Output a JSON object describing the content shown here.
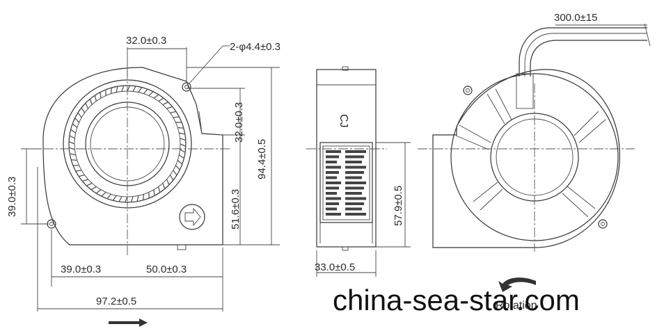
{
  "dimensions": {
    "top_hole_offset": "32.0±0.3",
    "holes": "2-φ4.4±0.3",
    "outlet_height": "32.0±0.3",
    "height": "94.4±0.5",
    "hole_to_center_v": "39.0±0.3",
    "center_to_bottom": "51.6±0.3",
    "hole_to_center_h": "39.0±0.3",
    "center_to_outlet": "50.0±0.3",
    "width": "97.2±0.5",
    "side_height": "57.9±0.5",
    "thickness": "33.0±0.5",
    "lead_length": "300.0±15"
  },
  "side_label": "CJ",
  "rotation_label": "Rotation",
  "watermark": "china-sea-star.com"
}
